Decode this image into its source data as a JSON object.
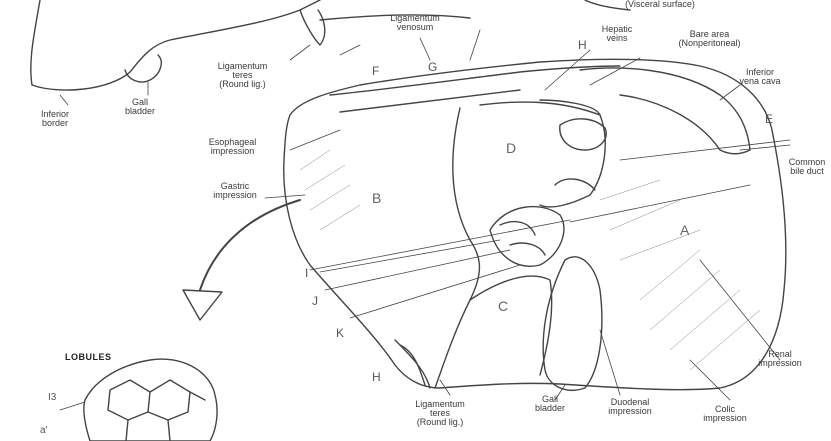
{
  "labels": {
    "visceral_surface": "(Visceral surface)",
    "lig_venosum": "Ligamentum\nvenosum",
    "hepatic_veins": "Hepatic\nveins",
    "bare_area": "Bare area\n(Nonperitoneal)",
    "inferior_vena_cava": "Inferior\nvena cava",
    "common_bile_duct": "Common\nbile duct",
    "lig_teres_top": "Ligamentum\nteres\n(Round lig.)",
    "inferior_border": "Inferior\nborder",
    "gall_bladder_top": "Gall\nbladder",
    "esophageal_impression": "Esophageal\nimpression",
    "gastric_impression": "Gastric\nimpression",
    "renal_impression": "Renal\nimpression",
    "colic_impression": "Colic\nimpression",
    "duodenal_impression": "Duodenal\nimpression",
    "gall_bladder_bottom": "Gall\nbladder",
    "lig_teres_bottom": "Ligamentum\nteres\n(Round lig.)",
    "lobules": "LOBULES"
  },
  "letters": {
    "A": "A",
    "B": "B",
    "C": "C",
    "D": "D",
    "E": "E",
    "F": "F",
    "G": "G",
    "H_top": "H",
    "H_bot": "H",
    "I": "I",
    "J": "J",
    "K": "K",
    "I3": "I3",
    "a": "a'"
  }
}
